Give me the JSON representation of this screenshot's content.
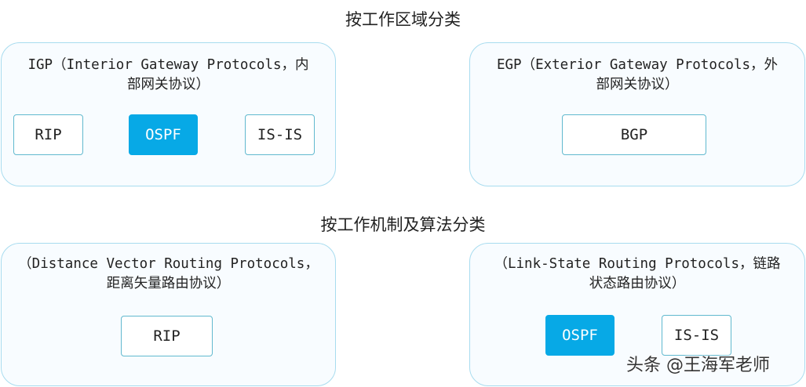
{
  "section1": {
    "title": "按工作区域分类",
    "igp": {
      "heading_line1": "IGP（Interior Gateway Protocols，内",
      "heading_line2": "部网关协议）",
      "nodes": [
        "RIP",
        "OSPF",
        "IS-IS"
      ]
    },
    "egp": {
      "heading_line1": "EGP（Exterior Gateway Protocols，外",
      "heading_line2": "部网关协议）",
      "nodes": [
        "BGP"
      ]
    }
  },
  "section2": {
    "title": "按工作机制及算法分类",
    "dv": {
      "heading_line1": "（Distance Vector Routing Protocols，",
      "heading_line2": "距离矢量路由协议）",
      "nodes": [
        "RIP"
      ]
    },
    "ls": {
      "heading_line1": "（Link-State Routing Protocols，链路",
      "heading_line2": "状态路由协议）",
      "nodes": [
        "OSPF",
        "IS-IS"
      ]
    }
  },
  "watermark": "头条 @王海军老师",
  "colors": {
    "highlight": "#07a9e6",
    "panel_border": "#a8dcef",
    "node_border": "#61b9cf"
  }
}
